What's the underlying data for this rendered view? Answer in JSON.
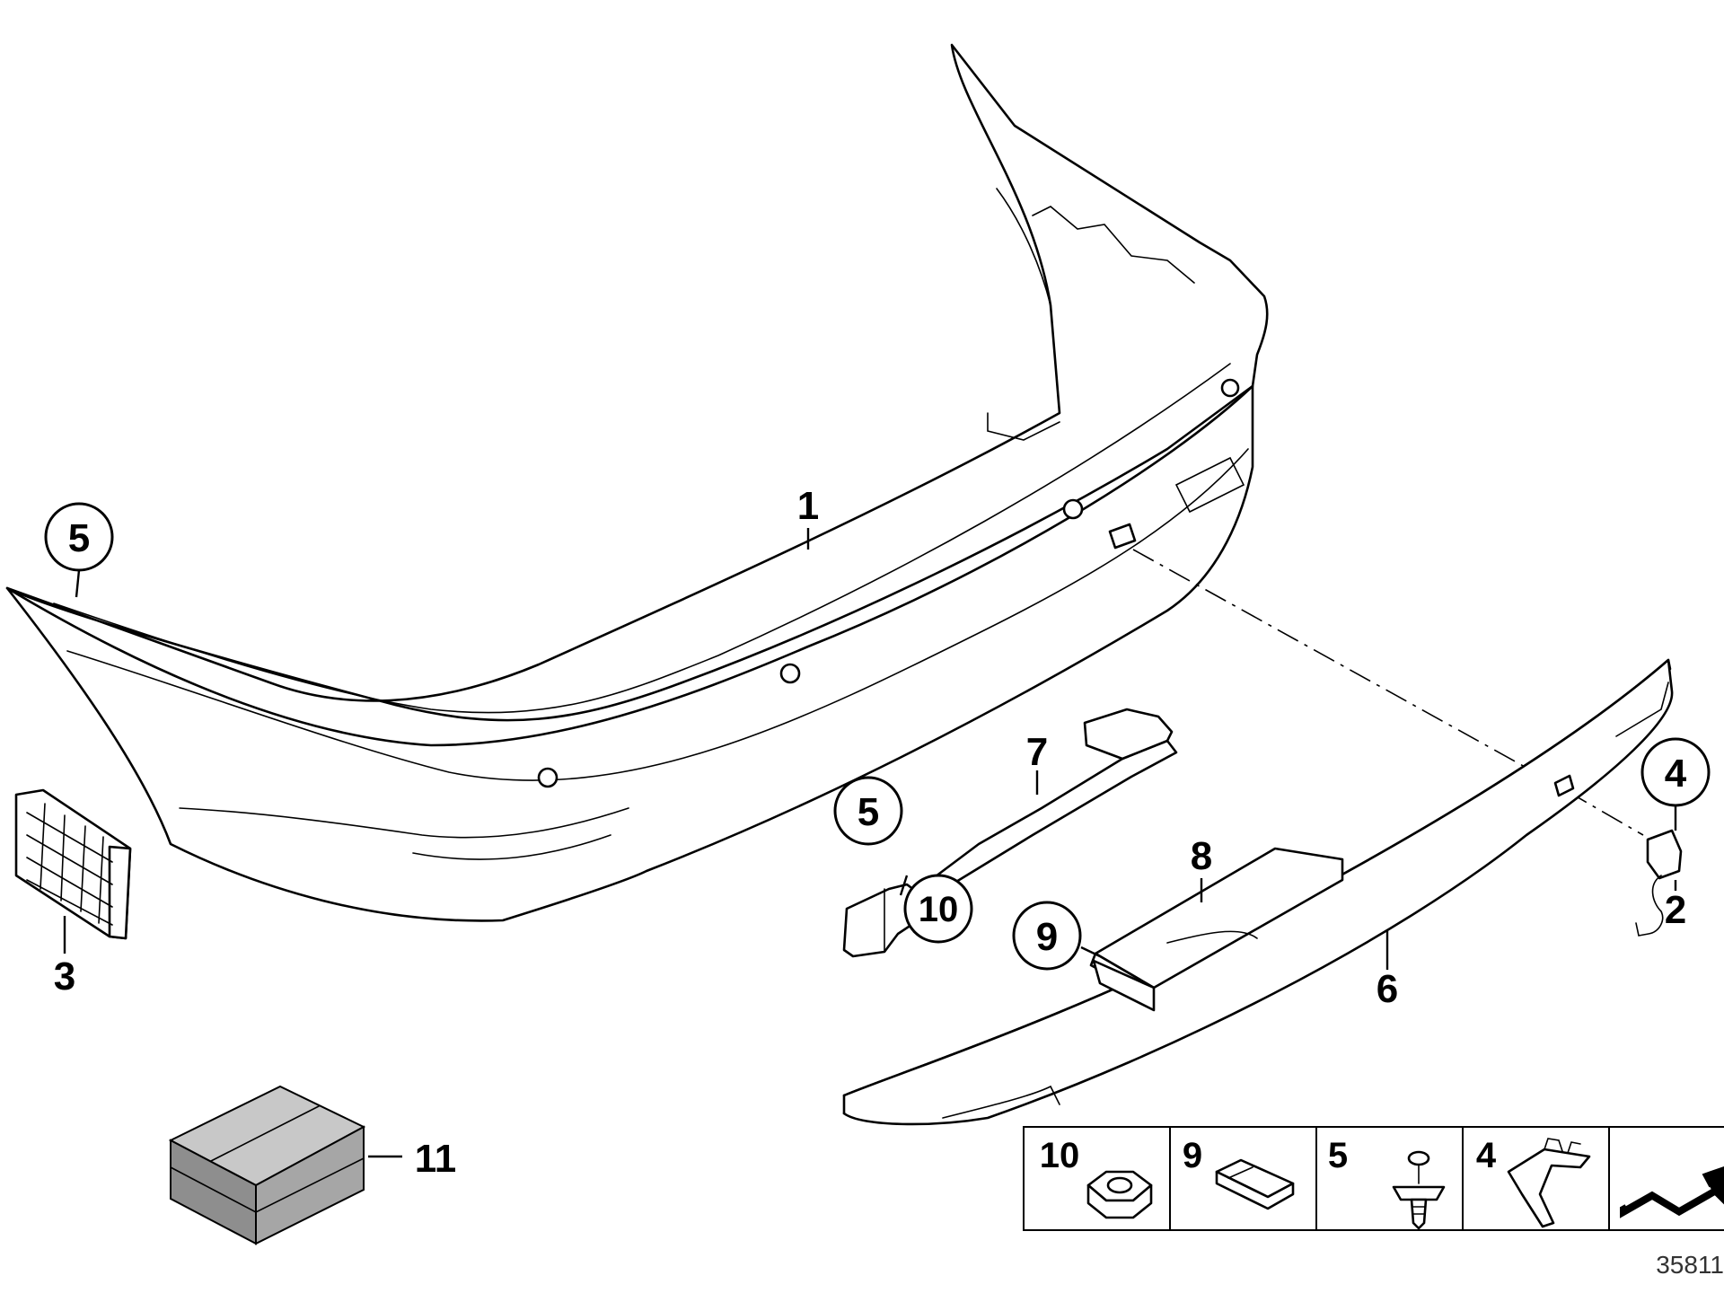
{
  "callouts": {
    "bumper_panel": "1",
    "cable_2": "2",
    "grille_3": "3",
    "cap_4": "4",
    "clip_5_left": "5",
    "clip_5_mid": "5",
    "trim_strip_6": "6",
    "bracket_7": "7",
    "guide_8": "8",
    "pad_9": "9",
    "nut_10": "10",
    "kit_11": "11"
  },
  "legend": {
    "nut": "10",
    "pad": "9",
    "clip": "5",
    "cap": "4"
  },
  "document_number": "35811"
}
